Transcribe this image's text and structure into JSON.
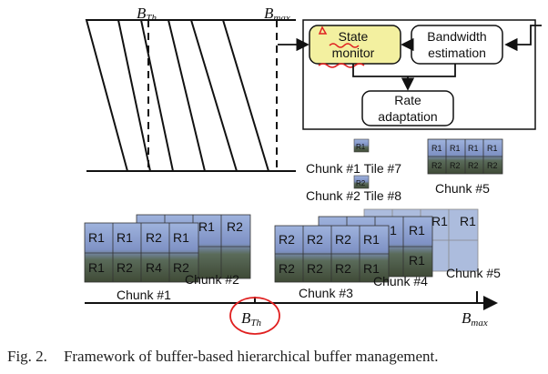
{
  "buffer_labels": {
    "b_th_main": "B",
    "b_th_sub": "Th",
    "b_max_main": "B",
    "b_max_sub": "max"
  },
  "control_loop": {
    "state_monitor": [
      "State",
      "monitor"
    ],
    "bandwidth_estimation": [
      "Bandwidth",
      "estimation"
    ],
    "rate_adaptation": [
      "Rate",
      "adaptation"
    ]
  },
  "legend_rows": [
    "Chunk #1 Tile #7",
    "Chunk #2 Tile #8"
  ],
  "tiles": {
    "region_labels": [
      "R1",
      "R2",
      "R4"
    ],
    "small_chunk_label": "Chunk #5"
  },
  "timeline_chunks": [
    "Chunk #1",
    "Chunk #2",
    "Chunk #3",
    "Chunk #4",
    "Chunk #5"
  ],
  "axis": {
    "th_main": "B",
    "th_sub": "Th",
    "max_main": "B",
    "max_sub": "max"
  },
  "caption": {
    "number": "Fig. 2.",
    "text": "Framework of buffer-based hierarchical buffer management."
  },
  "colors": {
    "highlight_fill": "#f3f0a0",
    "annotation_red": "#e02020",
    "tile_sky": "#7f94c8",
    "tile_ground": "#4d5a3a"
  }
}
